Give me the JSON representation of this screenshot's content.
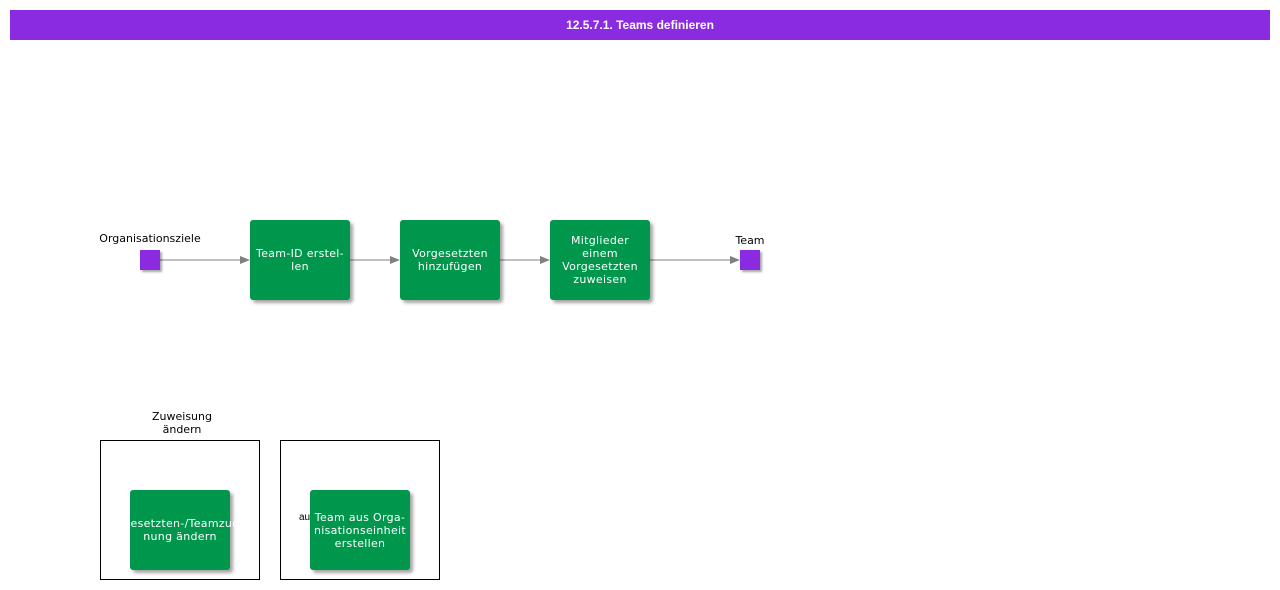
{
  "title": "12.5.7.1. Teams definieren",
  "colors": {
    "header": "#8a2be2",
    "event": "#8a2be2",
    "task": "#00964b",
    "connector": "#808080"
  },
  "start_event": {
    "label": "Organisationsziele"
  },
  "end_event": {
    "label": "Team"
  },
  "tasks": [
    {
      "label": "Team-ID erstel-len"
    },
    {
      "label": "Vorgesetzten hinzufügen"
    },
    {
      "label": "Mitglieder einem Vorgesetzten zuweisen"
    }
  ],
  "groups": [
    {
      "label": "Zuweisung ändern",
      "task": "Vorgesetzten-/Teamzuord-nung ändern",
      "note": ""
    },
    {
      "label": "",
      "task": "Team aus Orga-nisationseinheit erstellen",
      "note": "au… eit"
    }
  ]
}
